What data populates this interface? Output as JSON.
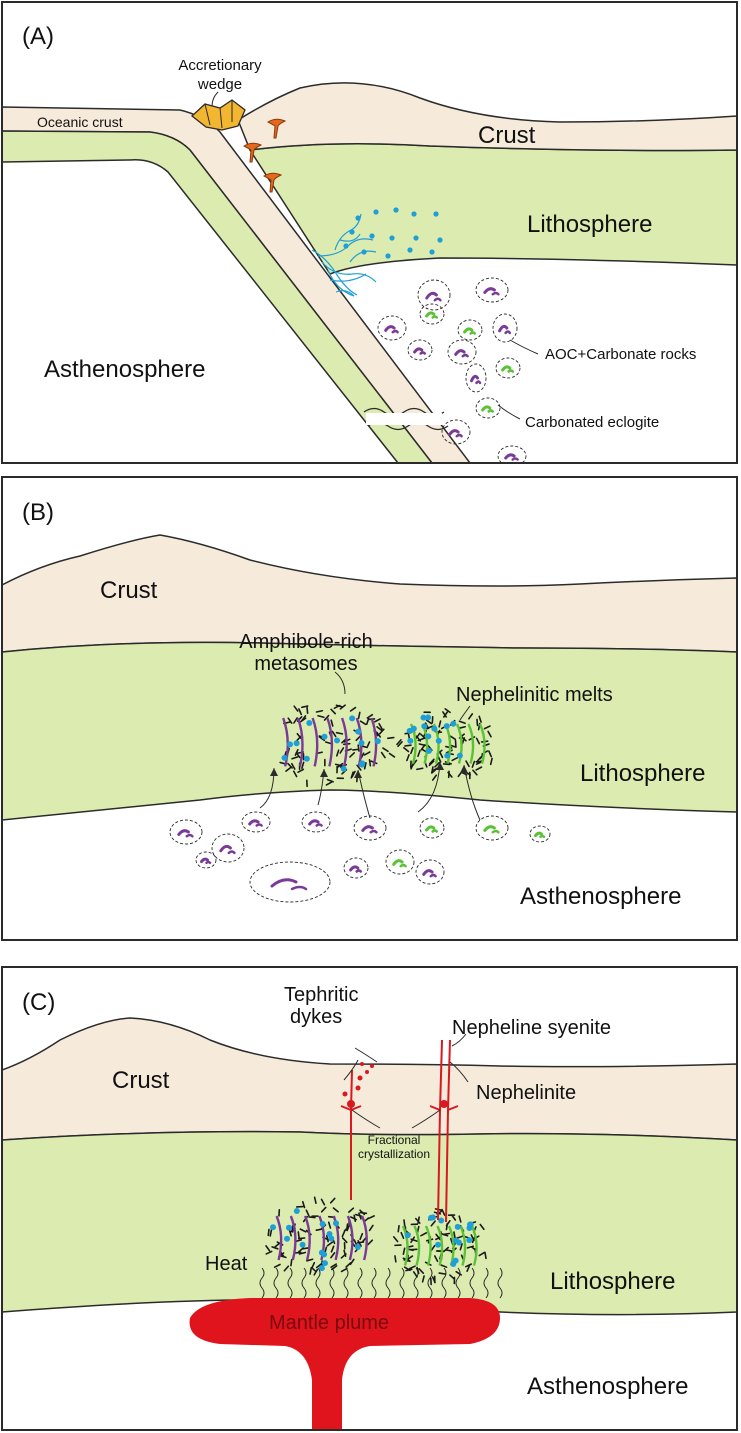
{
  "colors": {
    "crust": "#f6eadb",
    "lithosphere": "#dcebb0",
    "outline": "#2b2b2b",
    "plume": "#e0141c",
    "fluid": "#1e9fd8",
    "wedge": "#f2b630",
    "purple_blob": "#7a3b96",
    "green_blob": "#5bc236",
    "dyke": "#d9181f"
  },
  "panelA": {
    "tag": "(A)",
    "accretionary_wedge": [
      "Accretionary",
      "wedge"
    ],
    "oceanic_crust": "Oceanic crust",
    "crust": "Crust",
    "lithosphere": "Lithosphere",
    "asthenosphere": "Asthenosphere",
    "aoc": "AOC+Carbonate rocks",
    "eclogite": "Carbonated eclogite"
  },
  "panelB": {
    "tag": "(B)",
    "crust": "Crust",
    "amphibole": [
      "Amphibole-rich",
      "metasomes"
    ],
    "nephelinitic": "Nephelinitic melts",
    "lithosphere": "Lithosphere",
    "asthenosphere": "Asthenosphere"
  },
  "panelC": {
    "tag": "(C)",
    "tephritic": [
      "Tephritic",
      "dykes"
    ],
    "nepheline_syenite": "Nepheline syenite",
    "crust": "Crust",
    "nephelinite": "Nephelinite",
    "fractional": [
      "Fractional",
      "crystallization"
    ],
    "heat": "Heat",
    "lithosphere": "Lithosphere",
    "mantle_plume": "Mantle plume",
    "asthenosphere": "Asthenosphere"
  }
}
